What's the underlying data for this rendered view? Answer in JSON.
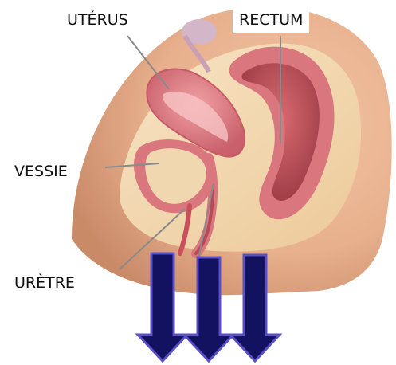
{
  "labels": {
    "uterus": "UTÉRUS",
    "rectum": "RECTUM",
    "vessie": "VESSIE",
    "uretre": "URÈTRE"
  },
  "colors": {
    "background": "#ffffff",
    "skin": "#e8b08d",
    "skin_shadow": "#c98a68",
    "tissue": "#f3dbb4",
    "organ_wall": "#d9767e",
    "organ_inner": "#c94f5c",
    "rectum_inner": "#b84a55",
    "arrow_fill": "#121261",
    "arrow_stroke": "#5a4fc4",
    "leader_line": "#8a8a8a"
  },
  "arrows": {
    "count": 3,
    "direction": "down",
    "icon": "down-arrow-icon"
  }
}
